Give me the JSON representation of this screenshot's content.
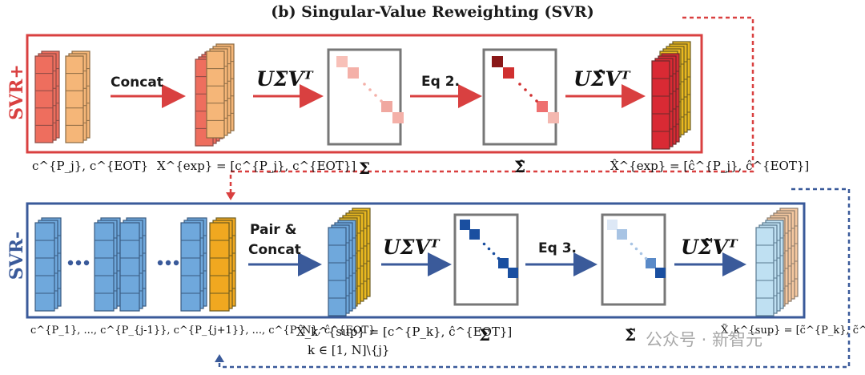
{
  "title": "(b) Singular-Value Reweighting (SVR)",
  "svr_plus": {
    "label": "SVR+",
    "color": "#d94040",
    "arrows": [
      "Concat",
      "UΣVᵀ",
      "Eq 2.",
      "UΣ̂Vᵀ"
    ],
    "captions": [
      "c^{P_j}, c^{EOT}",
      "X^{exp} = [c^{P_j}, c^{EOT}]",
      "Σ",
      "Σ̂",
      "X̂^{exp} = [ĉ^{P_j}, ĉ^{EOT}]"
    ]
  },
  "svr_minus": {
    "label": "SVR-",
    "color": "#3a5a9a",
    "arrows": [
      "Pair &",
      "Concat",
      "UΣVᵀ",
      "Eq 3.",
      "UΣ̃Vᵀ"
    ],
    "captions": [
      "c^{P_1}, ..., c^{P_{j-1}}, c^{P_{j+1}}, ..., c^{P_N}, ĉ^{EOT}",
      "X̂_k^{sup} = [c^{P_k}, ĉ^{EOT}]",
      "k ∈ [1, N]\\{j}",
      "Σ",
      "Σ̃",
      "X̃_k^{sup} = [c̃^{P_k}, c̃^{EOT}]"
    ]
  },
  "watermark": "公众号 · 新智元"
}
